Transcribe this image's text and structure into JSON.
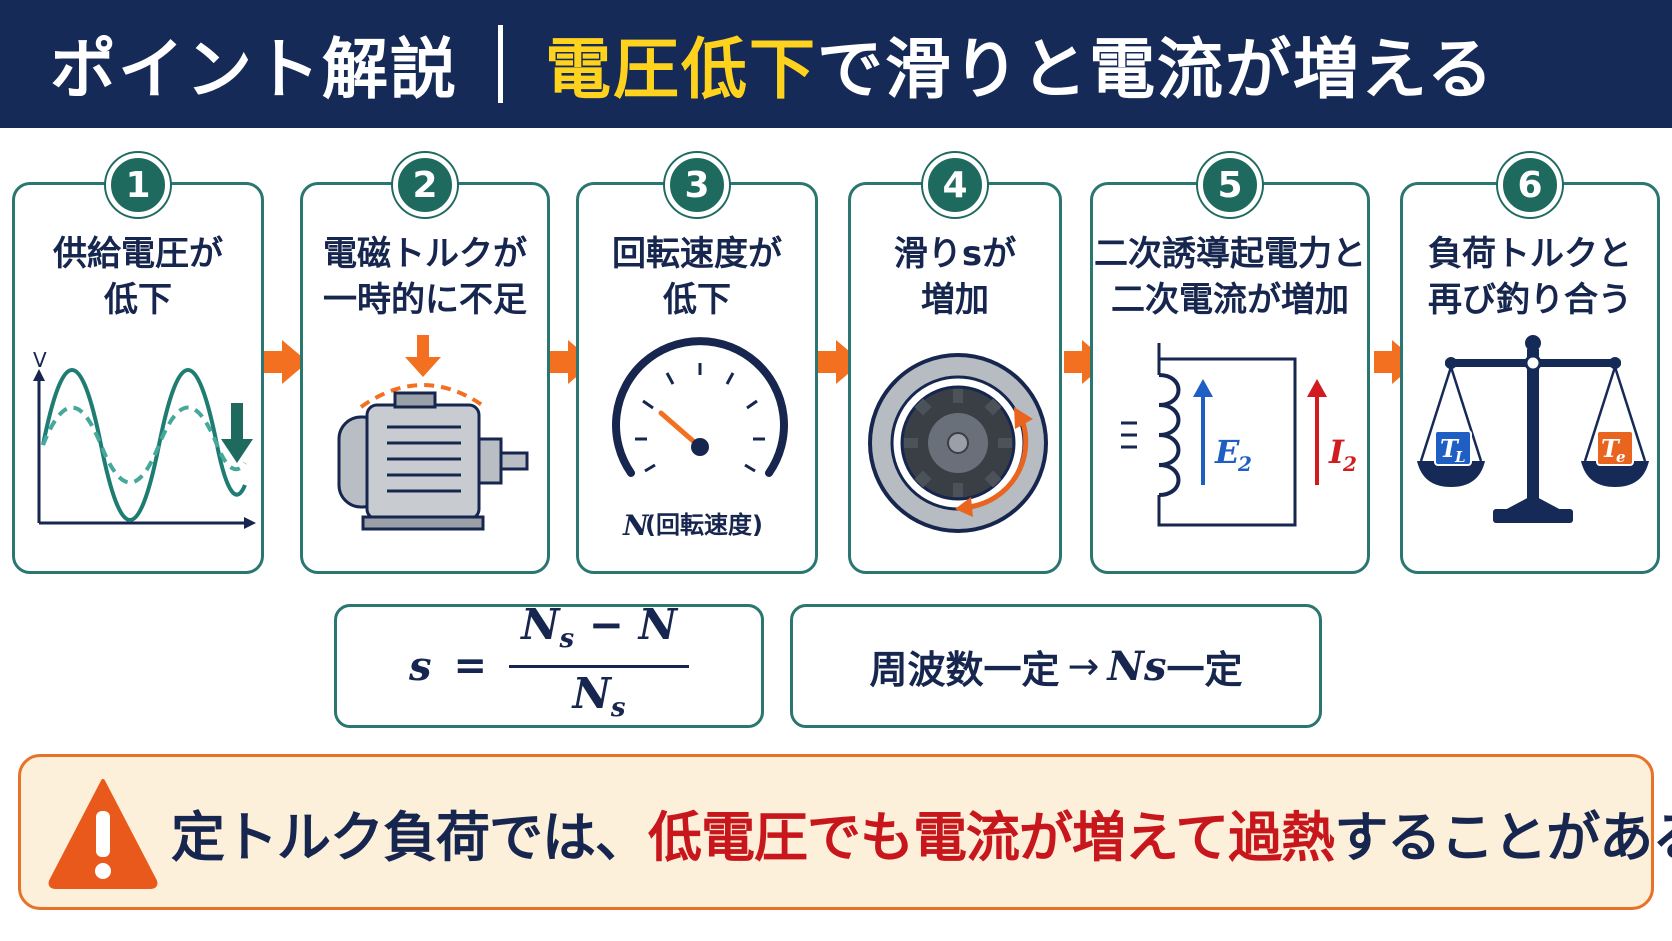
{
  "header": {
    "title_left": "ポイント解説",
    "title_highlight": "電圧低下",
    "title_rest": "で滑りと電流が増える",
    "accent_color": "#ffd21e",
    "bg_color": "#152a56"
  },
  "steps": [
    {
      "num": "1",
      "line1": "供給電圧が",
      "line2": "低下",
      "icon": "voltage-wave-icon",
      "axis_label": "V"
    },
    {
      "num": "2",
      "line1": "電磁トルクが",
      "line2": "一時的に不足",
      "icon": "motor-icon"
    },
    {
      "num": "3",
      "line1": "回転速度が",
      "line2": "低下",
      "icon": "speedometer-icon",
      "gauge_sym": "N",
      "gauge_label": "(回転速度)"
    },
    {
      "num": "4",
      "line1": "滑りsが",
      "line2": "増加",
      "icon": "rotor-icon"
    },
    {
      "num": "5",
      "line1": "二次誘導起電力と",
      "line2": "二次電流が増加",
      "icon": "circuit-icon",
      "emf_sym": "E",
      "emf_sub": "2",
      "cur_sym": "I",
      "cur_sub": "2"
    },
    {
      "num": "6",
      "line1": "負荷トルクと",
      "line2": "再び釣り合う",
      "icon": "balance-scale-icon",
      "left_sym": "T",
      "left_sub": "L",
      "right_sym": "T",
      "right_sub": "e"
    }
  ],
  "formula": {
    "lhs": "s",
    "eq": "=",
    "num_a": "N",
    "num_a_sub": "s",
    "num_minus": "−",
    "num_b": "N",
    "den": "N",
    "den_sub": "s"
  },
  "freq": {
    "text_a": "周波数一定",
    "arrow": "→",
    "sym": "N",
    "sym_sub": "s",
    "text_b": "一定"
  },
  "warning": {
    "icon": "warning-triangle-icon",
    "part1": "定トルク負荷では、",
    "part2": "低電圧でも電流が増えて過熱",
    "part3": "することがある",
    "highlight_color": "#c8161d"
  },
  "colors": {
    "teal": "#1f6a5f",
    "orange": "#f37021",
    "navy": "#16264e"
  }
}
